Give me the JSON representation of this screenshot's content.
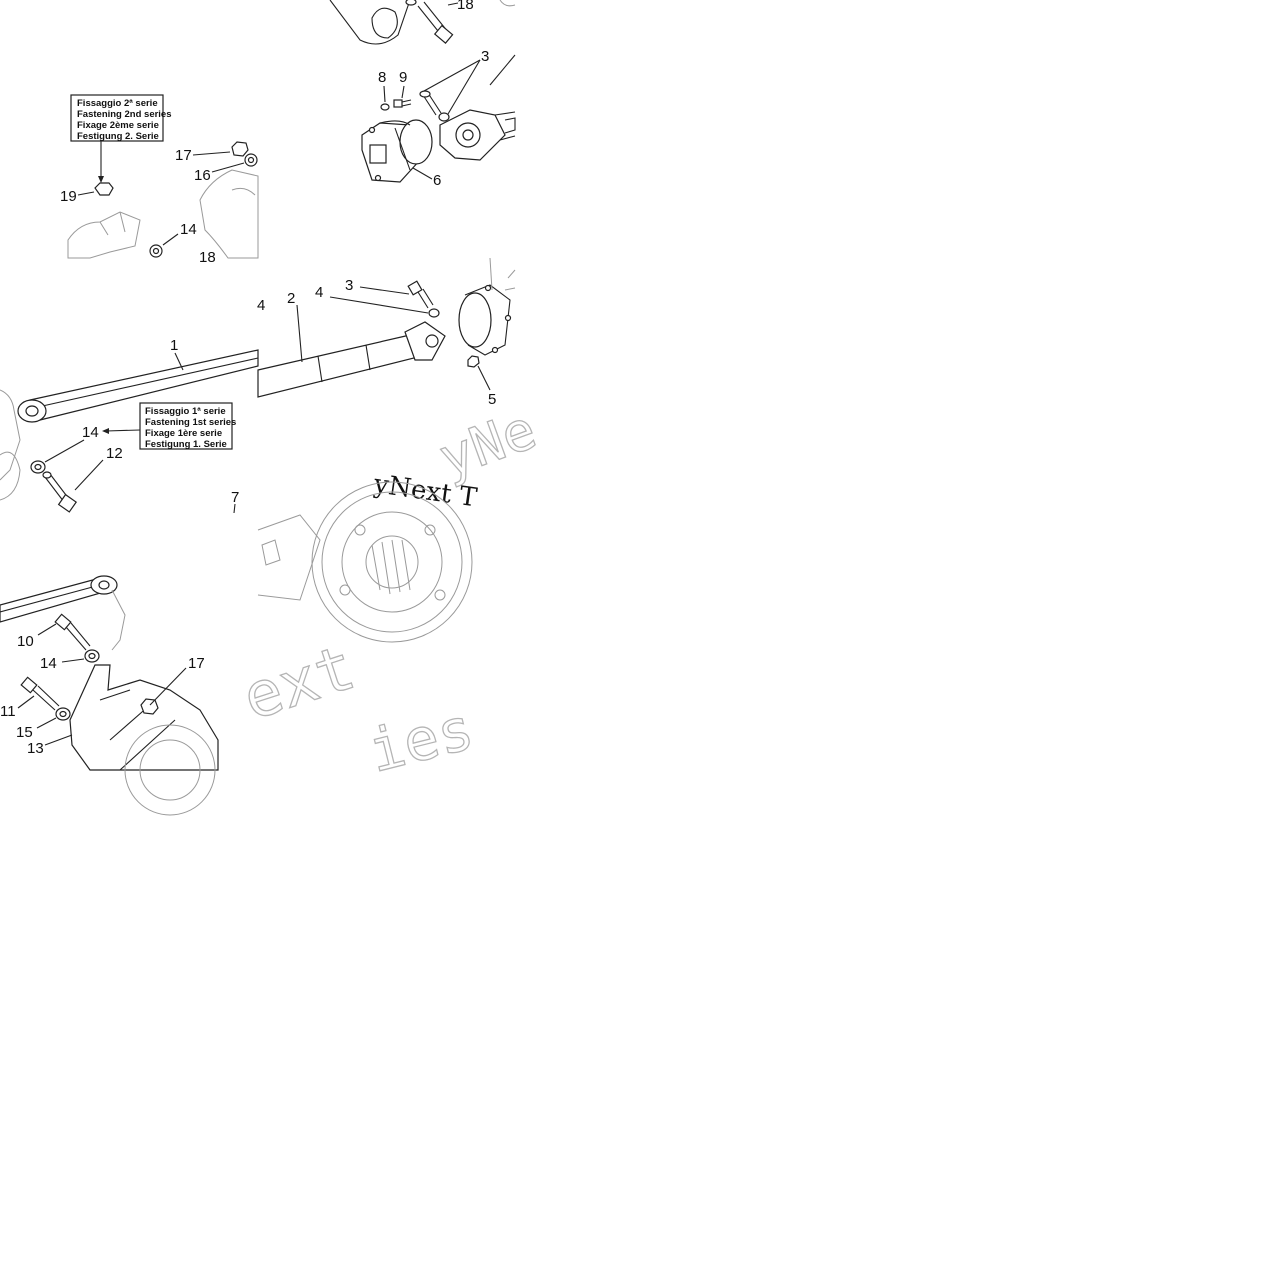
{
  "callouts": {
    "p18a": "18",
    "p3a": "3",
    "p8": "8",
    "p9": "9",
    "p6": "6",
    "p17a": "17",
    "p16": "16",
    "p19": "19",
    "p14a": "14",
    "p18b": "18",
    "p4a": "4",
    "p2": "2",
    "p4b": "4",
    "p3b": "3",
    "p5": "5",
    "p1": "1",
    "p14b": "14",
    "p12": "12",
    "p7": "7",
    "p10": "10",
    "p14c": "14",
    "p17b": "17",
    "p11": "11",
    "p15": "15",
    "p13": "13"
  },
  "notes": {
    "second_series": [
      "Fissaggio 2ª serie",
      "Fastening 2nd series",
      "Fixage 2ème serie",
      "Festigung 2. Serie"
    ],
    "first_series": [
      "Fissaggio 1ª serie",
      "Fastening 1st series",
      "Fixage 1ère serie",
      "Festigung 1. Serie"
    ]
  },
  "watermarks": {
    "mid_right": "yNe",
    "mid_dark": "yNext T",
    "bottom_ext": "ext",
    "bottom_ies": "ies"
  },
  "colors": {
    "ink": "#222222",
    "watermark": "#b5b5b5",
    "background": "#ffffff"
  }
}
